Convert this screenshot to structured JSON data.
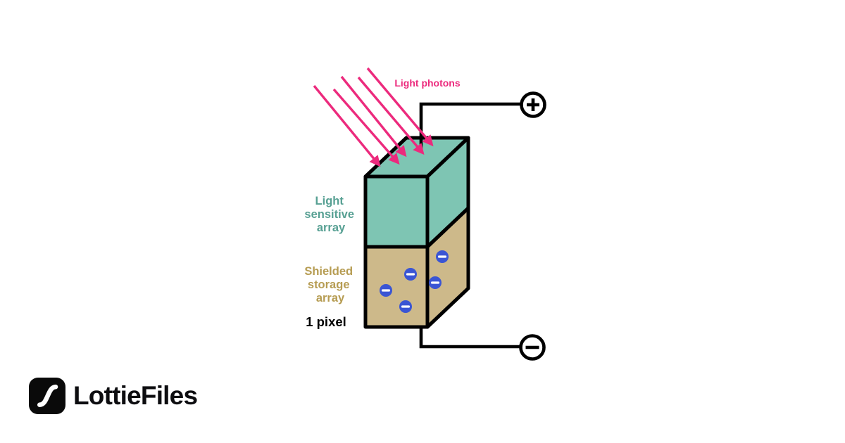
{
  "page": {
    "background_color": "#FFFFFF"
  },
  "diagram": {
    "photons_label": "Light photons",
    "sensor_label_lines": [
      "Light",
      "sensitive",
      "array"
    ],
    "storage_label_lines": [
      "Shielded",
      "storage",
      "array"
    ],
    "pixel_label": "1 pixel",
    "positive_terminal_symbol": "+",
    "negative_terminal_symbol": "−",
    "electron_symbol": "−",
    "photon_arrow_count": 5,
    "electron_count": 5,
    "colors": {
      "page_bg": "#FFFFFF",
      "photon_pink": "#EC2A7D",
      "sensor_teal": "#7EC5B3",
      "storage_tan": "#CDB98A",
      "sensor_label_teal": "#57A093",
      "storage_label_tan": "#B69C52",
      "electron_blue": "#3A55D4",
      "line_black": "#000000"
    }
  },
  "footer": {
    "brand_name": "LottieFiles"
  }
}
